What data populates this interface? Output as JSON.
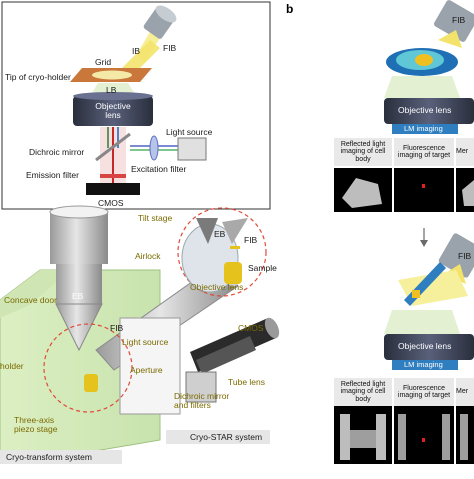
{
  "panel_a": {
    "labels": {
      "fib": "FIB",
      "ib": "IB",
      "grid": "Grid",
      "tip": "Tip of cryo-holder",
      "lb": "LB",
      "objective": "Objective lens",
      "light_source": "Light source",
      "dichroic": "Dichroic mirror",
      "excitation": "Excitation filter",
      "emission": "Emission filter",
      "cmos": "CMOS"
    }
  },
  "panel_c": {
    "labels": {
      "tilt_stage": "Tilt stage",
      "airlock": "Airlock",
      "eb_top": "EB",
      "fib_top": "FIB",
      "sample": "Sample",
      "objective_lens": "Objective lens",
      "concave_door": "Concave door",
      "eb": "EB",
      "fib": "FIB",
      "light_source": "Light source",
      "cmos": "CMOS",
      "aperture": "Aperture",
      "tube_lens": "Tube lens",
      "holder": "holder",
      "three_axis": "Three-axis piezo stage",
      "dichroic": "Dichroic mirror and filters",
      "cryo_star": "Cryo-STAR system",
      "cryo_transform": "Cryo-transform system"
    }
  },
  "panel_b": {
    "letter": "b",
    "fib": "FIB",
    "objective": "Objective lens",
    "lm_imaging": "LM imaging",
    "captions_top": [
      "Reflected light imaging of cell body",
      "Fluorescence imaging of target",
      "Mer"
    ],
    "captions_bottom": [
      "Reflected light imaging of cell body",
      "Fluorescence imaging of target",
      "Mer"
    ]
  },
  "colors": {
    "ion_beam": "#f3e36b",
    "grid": "#c9773a",
    "lens_dark": "#33384a",
    "lm_blue": "#2f7ec0",
    "cell_cyan": "#5fc7d6",
    "olive_text": "#7a6a00",
    "gray_metal": "#b8b8b8"
  }
}
